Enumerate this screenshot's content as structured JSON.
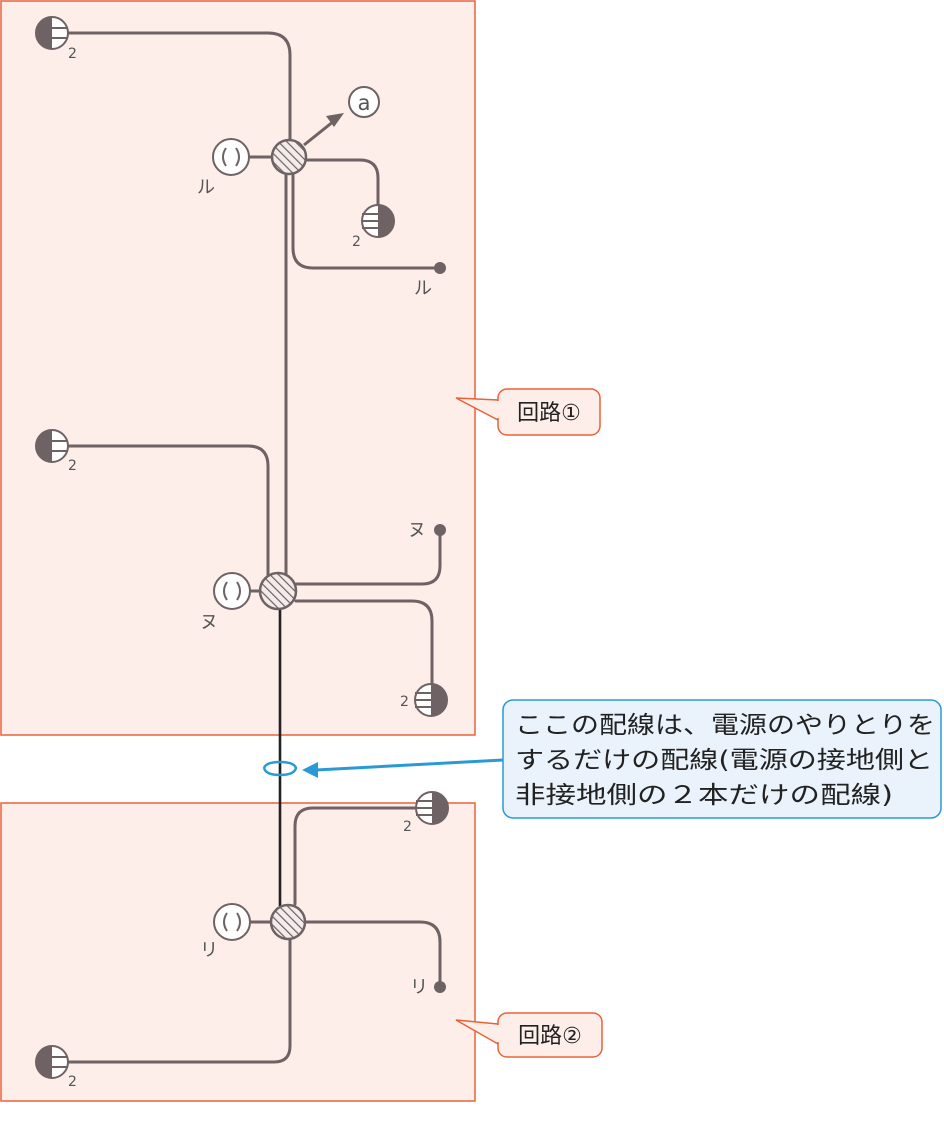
{
  "circuit_labels": {
    "circuit1": "回路①",
    "circuit2": "回路②"
  },
  "explanation": {
    "line1": "ここの配線は、電源のやりとりを",
    "line2": "するだけの配線(電源の接地側と",
    "line3": "非接地側の２本だけの配線)"
  },
  "symbols": {
    "lamp_subscript": "2",
    "switch_ru": "ル",
    "switch_nu": "ヌ",
    "switch_ri": "リ",
    "outlet_a": "a"
  },
  "colors": {
    "region_fill": "#fdeee9",
    "region_border": "#e8623a",
    "wire": "#6e6264",
    "main_wire": "#222222",
    "arrow": "#2a9ad6",
    "callout_fill": "#eaf3fb",
    "callout_border": "#2a9ad6"
  }
}
